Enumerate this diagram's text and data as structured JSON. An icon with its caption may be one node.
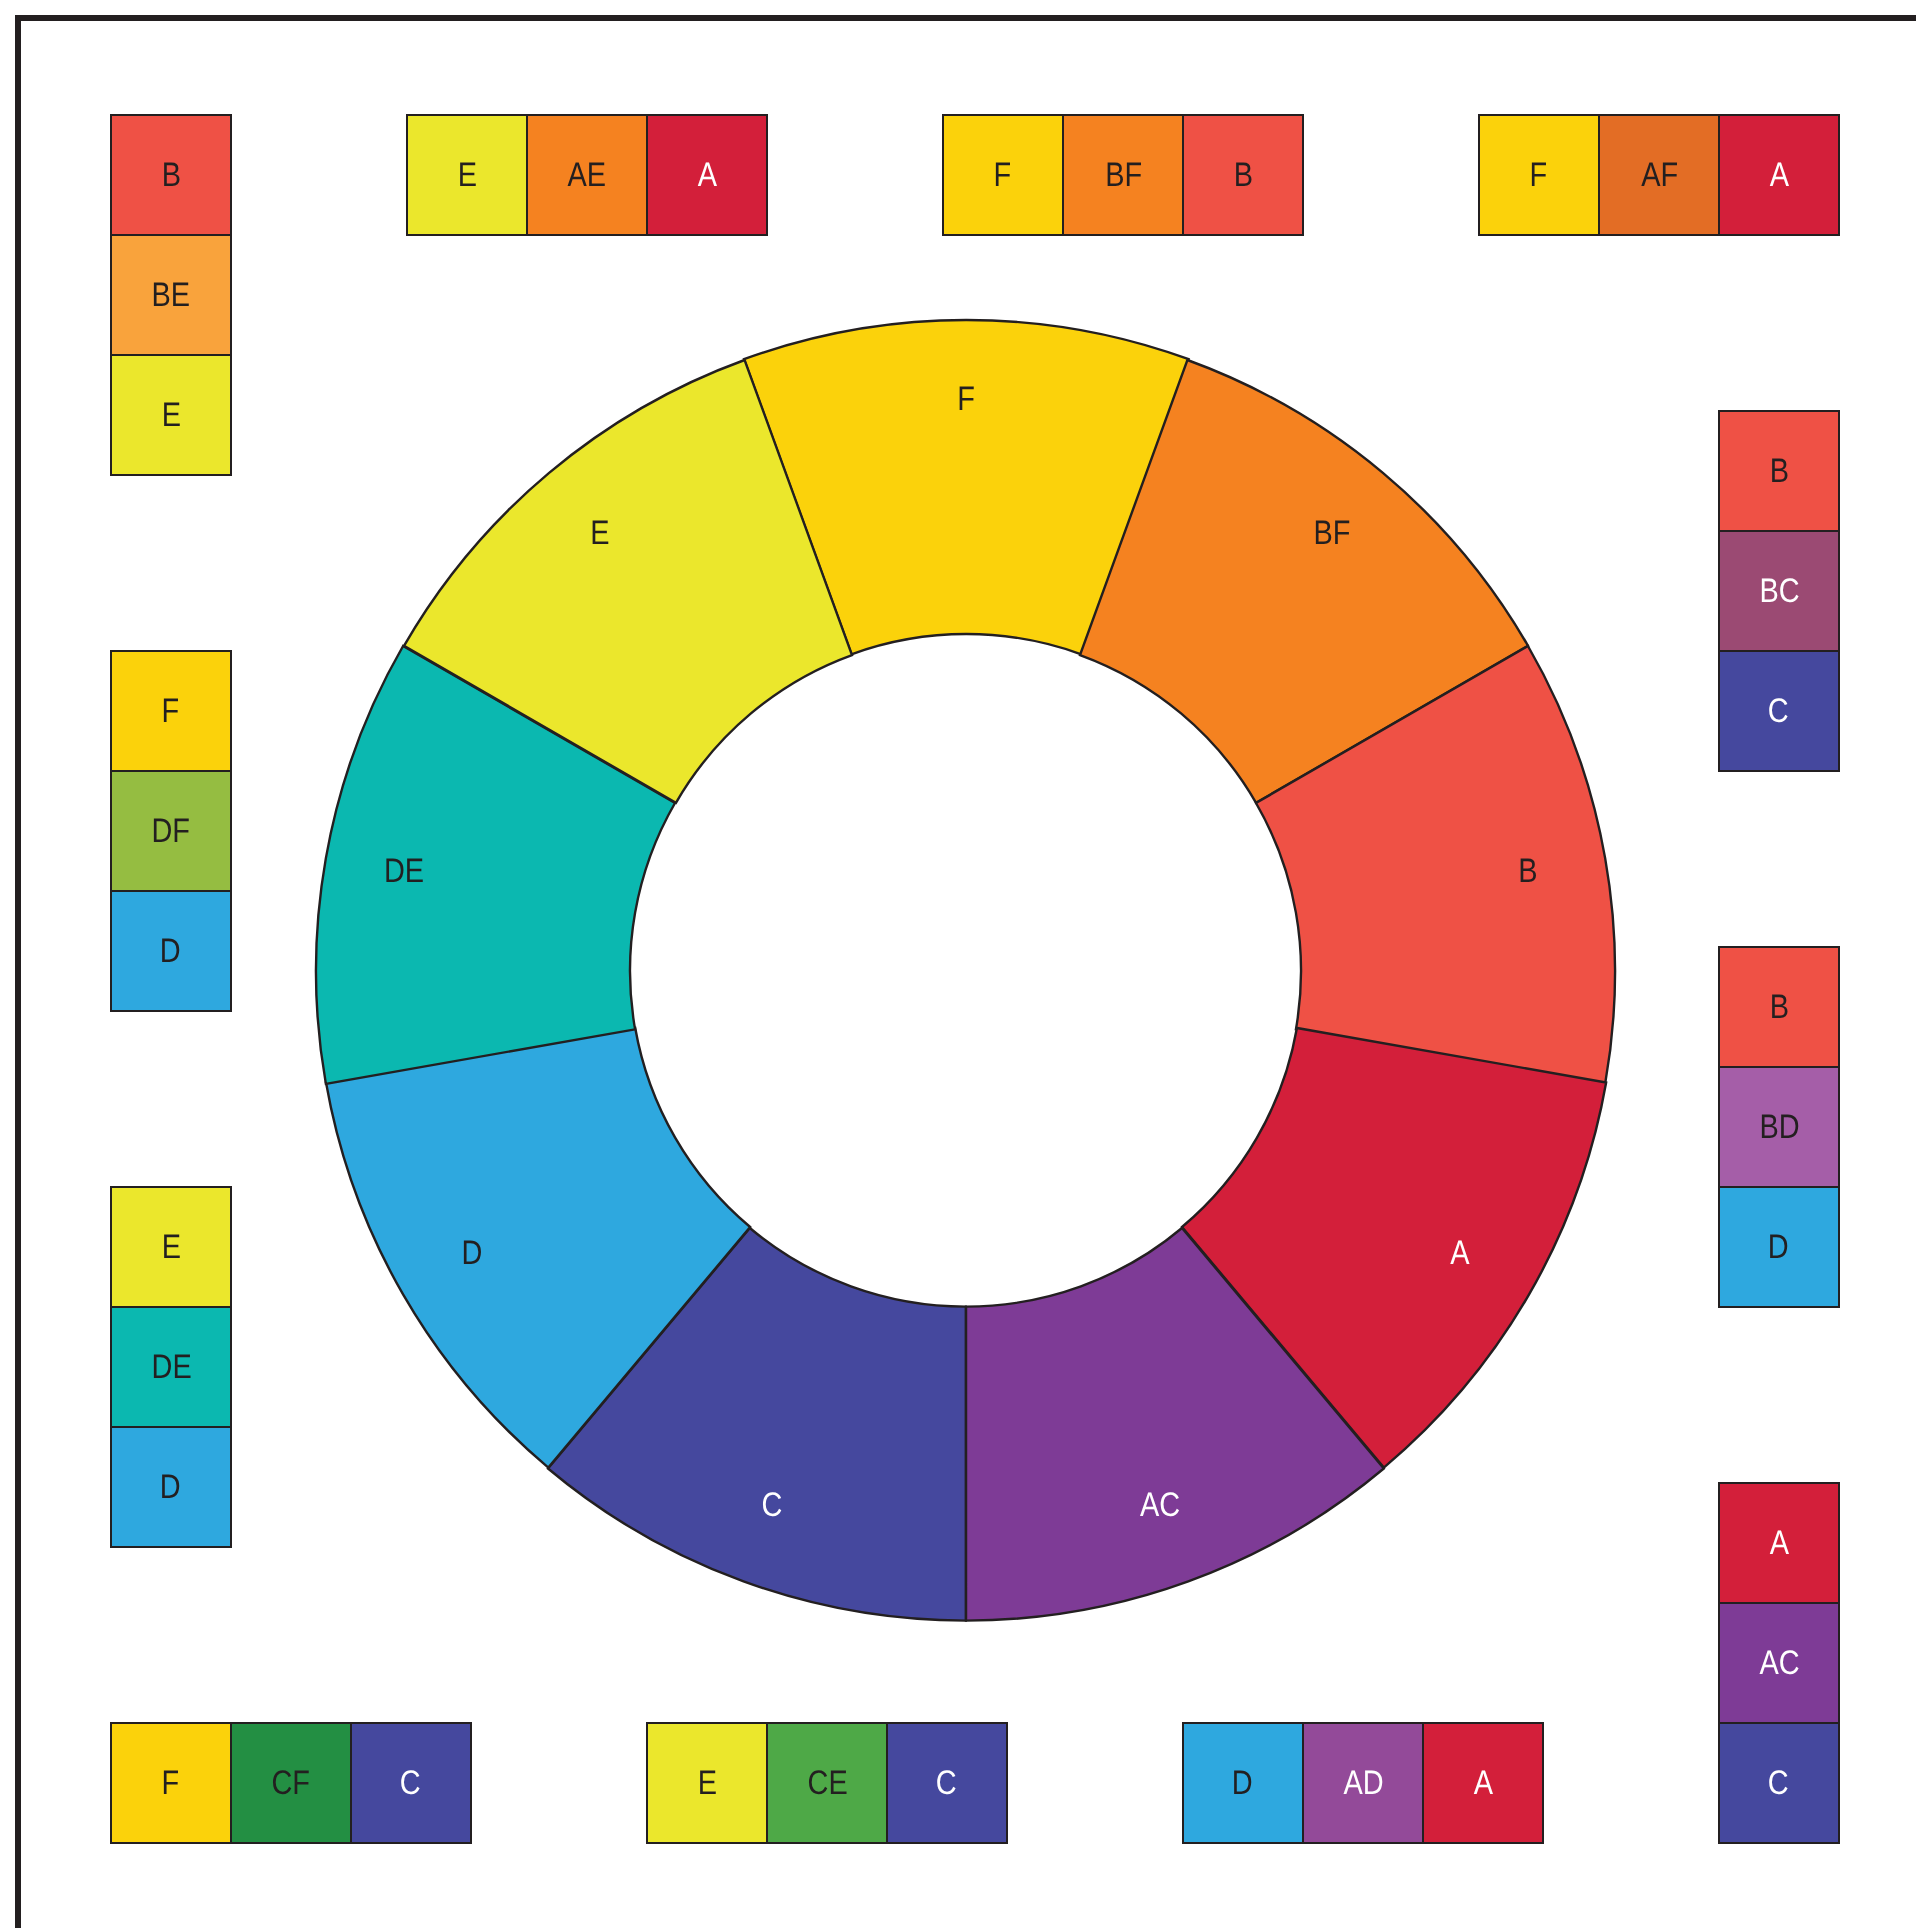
{
  "diagram": {
    "nodes": [
      {
        "text": [
          "F"
        ]
      },
      {
        "text": [
          "BF"
        ]
      },
      {
        "text": [
          "B"
        ]
      },
      {
        "text": [
          "A"
        ]
      },
      {
        "text": [
          "AC"
        ]
      },
      {
        "text": [
          "C"
        ]
      },
      {
        "text": [
          "D"
        ]
      },
      {
        "text": [
          "DE"
        ]
      },
      {
        "text": [
          "E"
        ]
      },
      {
        "text": [
          "B"
        ]
      },
      {
        "text": [
          "BE"
        ]
      },
      {
        "text": [
          "E"
        ]
      },
      {
        "text": [
          "E"
        ]
      },
      {
        "text": [
          "AE"
        ]
      },
      {
        "text": [
          "A"
        ]
      },
      {
        "text": [
          "F"
        ]
      },
      {
        "text": [
          "BF"
        ]
      },
      {
        "text": [
          "B"
        ]
      },
      {
        "text": [
          "F"
        ]
      },
      {
        "text": [
          "AF"
        ]
      },
      {
        "text": [
          "A"
        ]
      },
      {
        "text": [
          "B"
        ]
      },
      {
        "text": [
          "BC"
        ]
      },
      {
        "text": [
          "C"
        ]
      },
      {
        "text": [
          "B"
        ]
      },
      {
        "text": [
          "BD"
        ]
      },
      {
        "text": [
          "D"
        ]
      },
      {
        "text": [
          "A"
        ]
      },
      {
        "text": [
          "AC"
        ]
      },
      {
        "text": [
          "C"
        ]
      },
      {
        "text": [
          "F"
        ]
      },
      {
        "text": [
          "CF"
        ]
      },
      {
        "text": [
          "C"
        ]
      },
      {
        "text": [
          "E"
        ]
      },
      {
        "text": [
          "CE"
        ]
      },
      {
        "text": [
          "C"
        ]
      },
      {
        "text": [
          "D"
        ]
      },
      {
        "text": [
          "AD"
        ]
      },
      {
        "text": [
          "A"
        ]
      },
      {
        "text": [
          "F"
        ]
      },
      {
        "text": [
          "DF"
        ]
      },
      {
        "text": [
          "D"
        ]
      },
      {
        "text": [
          "E"
        ]
      },
      {
        "text": [
          "DE"
        ]
      },
      {
        "text": [
          "D"
        ]
      }
    ]
  }
}
